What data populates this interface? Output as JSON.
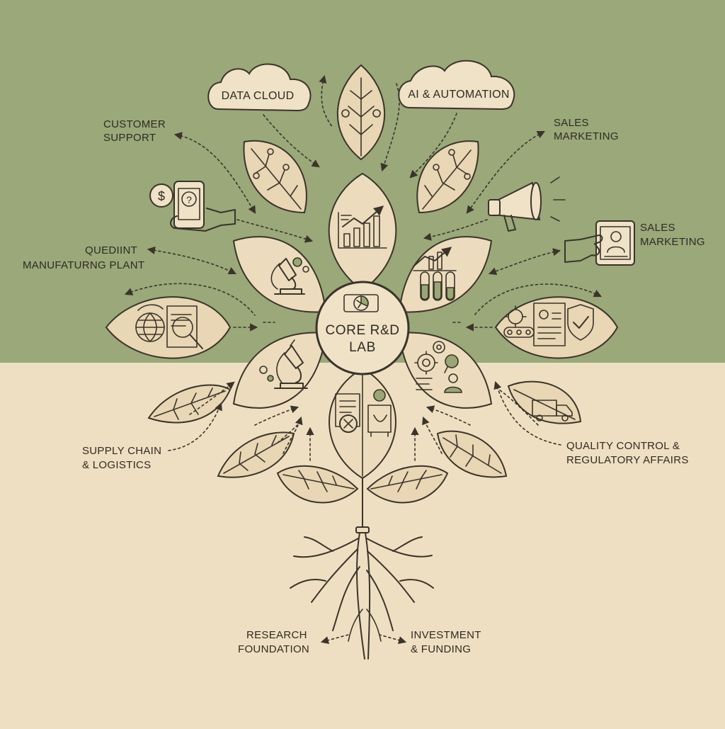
{
  "diagram": {
    "center": {
      "line1": "CORE R&D",
      "line2": "LAB"
    },
    "clouds": {
      "data_cloud": "DATA CLOUD",
      "ai_automation": "AI & AUTOMATION"
    },
    "labels": {
      "customer_support": [
        "CUSTOMER",
        "SUPPORT"
      ],
      "sales_marketing_top": [
        "SALES",
        "MARKETING"
      ],
      "manufacturing": [
        "QUEDIINT",
        "MANUFATURNG PLANT"
      ],
      "sales_marketing_mid": [
        "SALES",
        "MARKETING"
      ],
      "supply_chain": [
        "SUPPLY CHAIN",
        "& LOGISTICS"
      ],
      "quality_control": [
        "QUALITY CONTROL &",
        "REGULATORY AFFAIRS"
      ],
      "research_foundation": [
        "RESEARCH",
        "FOUNDATION"
      ],
      "investment_funding": [
        "INVESTMENT",
        "& FUNDING"
      ]
    },
    "icons": {
      "phone": "$ ?",
      "colors": {
        "top_background": "#9aa87a",
        "bottom_background": "#efdfc2",
        "ink": "#3a342a",
        "accent_green": "#9aa774"
      }
    }
  }
}
